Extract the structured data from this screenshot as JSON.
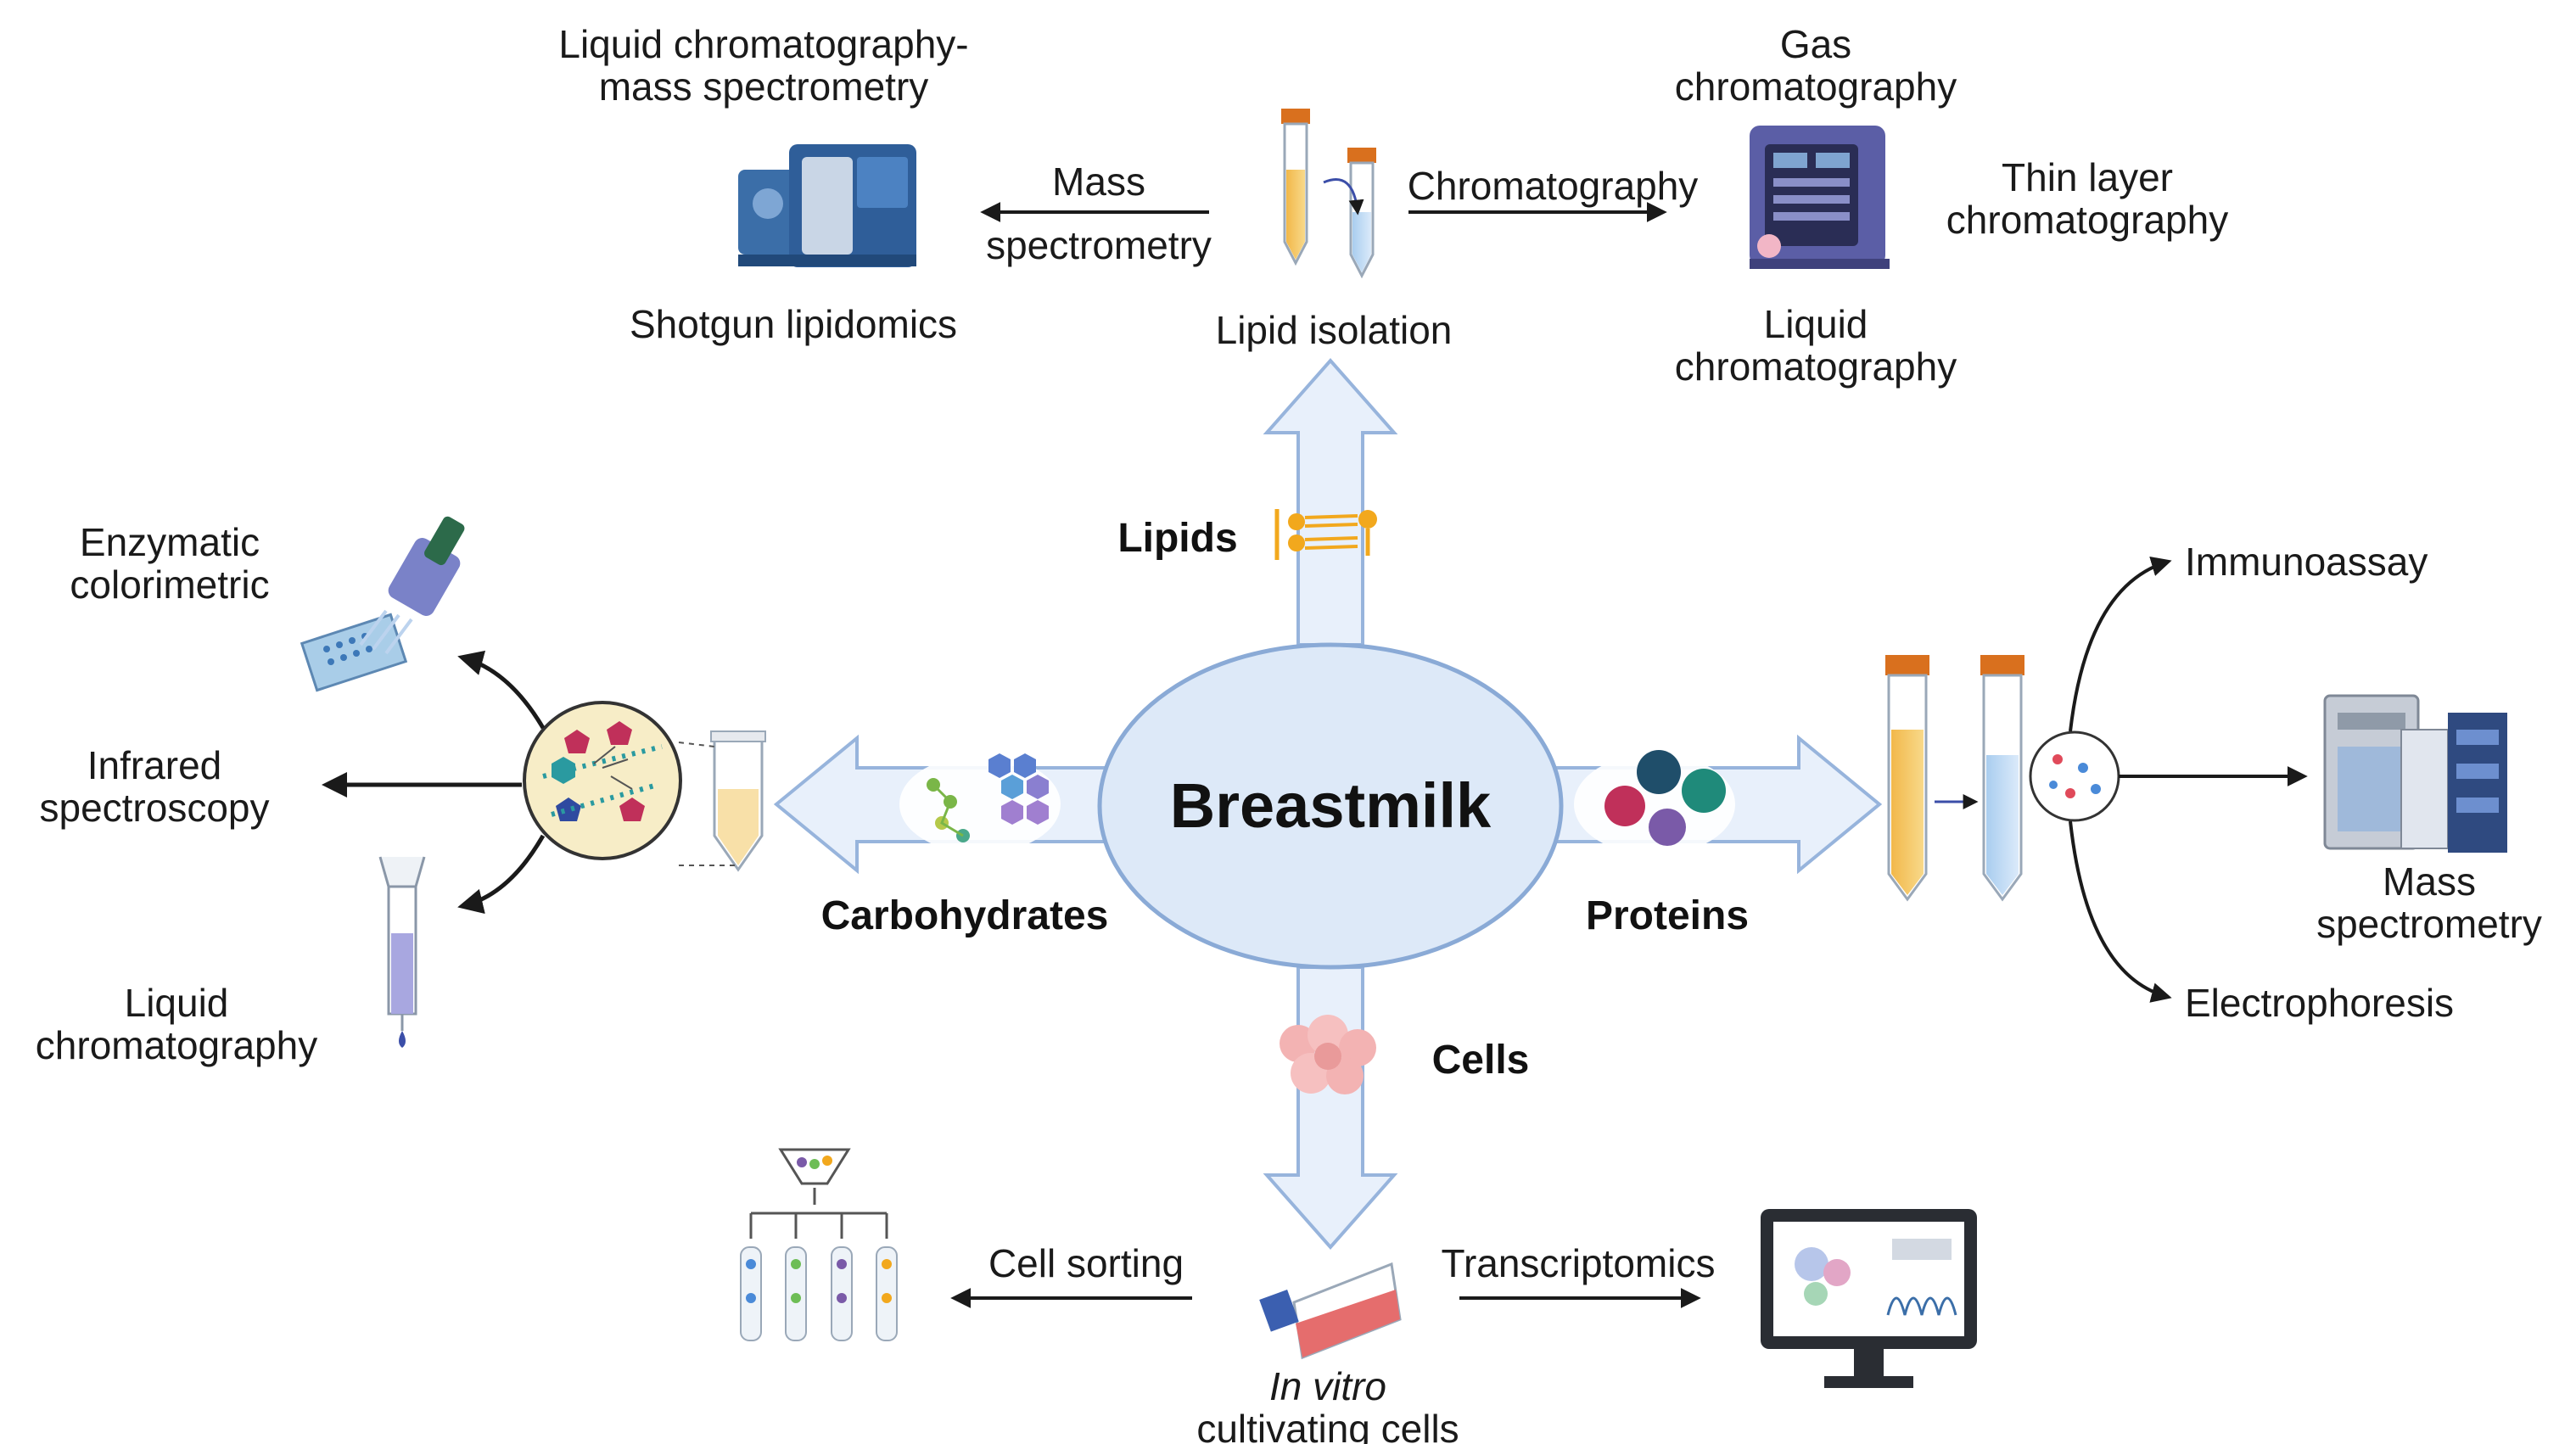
{
  "center": {
    "title": "Breastmilk"
  },
  "lipids": {
    "label": "Lipids",
    "isolation": "Lipid isolation",
    "ms_arrow_1": "Mass",
    "ms_arrow_2": "spectrometry",
    "lcms_1": "Liquid chromatography-",
    "lcms_2": "mass spectrometry",
    "shotgun": "Shotgun lipidomics",
    "chrom_arrow": "Chromatography",
    "gas_1": "Gas",
    "gas_2": "chromatography",
    "tlc_1": "Thin layer",
    "tlc_2": "chromatography",
    "lc_1": "Liquid",
    "lc_2": "chromatography"
  },
  "carbohydrates": {
    "label": "Carbohydrates",
    "enz_1": "Enzymatic",
    "enz_2": "colorimetric",
    "ir_1": "Infrared",
    "ir_2": "spectroscopy",
    "lc_1": "Liquid",
    "lc_2": "chromatography"
  },
  "proteins": {
    "label": "Proteins",
    "immuno": "Immunoassay",
    "ms_1": "Mass",
    "ms_2": "spectrometry",
    "electro": "Electrophoresis"
  },
  "cells": {
    "label": "Cells",
    "sorting": "Cell sorting",
    "transcriptomics": "Transcriptomics",
    "invitro_1": "In vitro",
    "invitro_2": "cultivating cells"
  },
  "colors": {
    "arrow_fill": "#e8f0fb",
    "arrow_stroke": "#97b4dc",
    "ellipse_fill": "#dde9f8",
    "ellipse_stroke": "#8aaad6",
    "yellow_liquid": "#f5c45a",
    "blue_liquid": "#bcd8f2",
    "cap": "#d9701e",
    "instrument_blue": "#3b6ea8",
    "instrument_purple": "#5b5ea6"
  }
}
